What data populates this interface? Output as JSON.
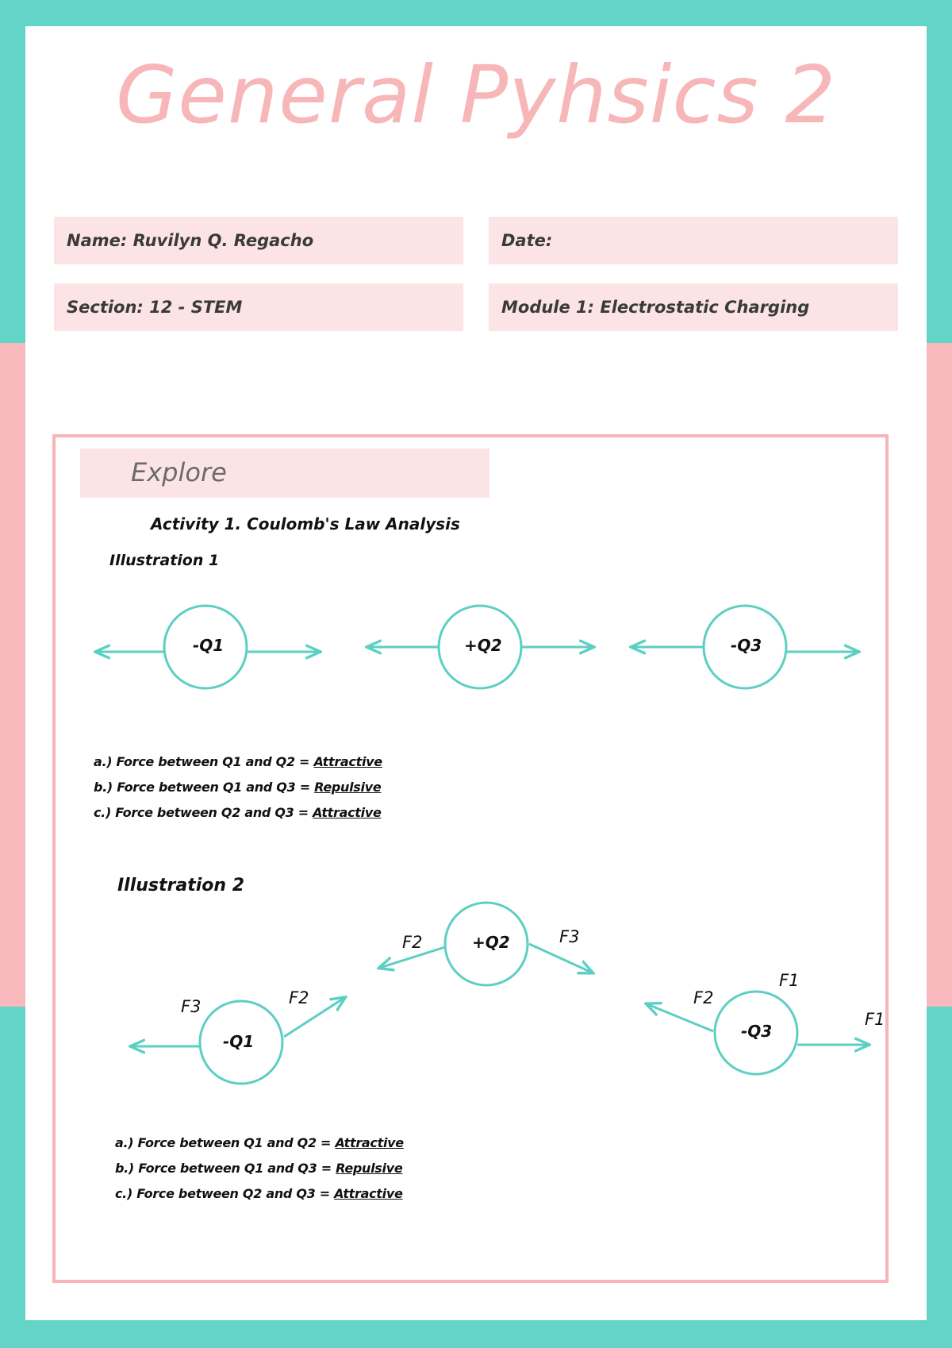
{
  "title": "General Pyhsics 2",
  "info": {
    "name": "Name: Ruvilyn Q. Regacho",
    "date": "Date:",
    "section": "Section: 12 - STEM",
    "module": "Module 1: Electrostatic Charging"
  },
  "explore": {
    "heading": "Explore",
    "activity": "Activity 1. Coulomb's Law Analysis",
    "illustration1": {
      "label": "Illustration 1",
      "charges": [
        "-Q1",
        "+Q2",
        "-Q3"
      ],
      "answers": [
        {
          "prefix": "a.) Force between Q1 and Q2 = ",
          "value": "Attractive"
        },
        {
          "prefix": "b.) Force between Q1 and Q3 = ",
          "value": "Repulsive"
        },
        {
          "prefix": "c.) Force between Q2 and Q3 = ",
          "value": "Attractive"
        }
      ]
    },
    "illustration2": {
      "label": "Illustration 2",
      "charges": [
        "-Q1",
        "+Q2",
        "-Q3"
      ],
      "force_labels": {
        "q1_left": "F3",
        "q1_right": "F2",
        "q2_left": "F2",
        "q2_right": "F3",
        "q3_left": "F2",
        "q3_top": "F1",
        "q3_right": "F1"
      },
      "answers": [
        {
          "prefix": "a.) Force between Q1 and Q2 = ",
          "value": "Attractive"
        },
        {
          "prefix": "b.) Force between Q1 and Q3 = ",
          "value": "Repulsive"
        },
        {
          "prefix": "c.) Force between Q2 and Q3 = ",
          "value": "Attractive"
        }
      ]
    }
  },
  "colors": {
    "teal": "#62d4c8",
    "pink": "#f8b9bd",
    "light_pink": "#fce4e6",
    "title_pink": "#f7b6b8"
  }
}
